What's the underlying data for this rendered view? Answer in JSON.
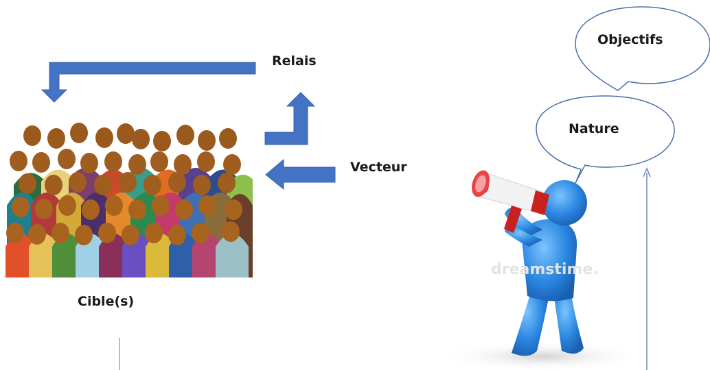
{
  "labels": {
    "relais": "Relais",
    "vecteur": "Vecteur",
    "cible": "Cible(s)",
    "nature": "Nature",
    "objectifs": "Objectifs"
  },
  "colors": {
    "arrow_blue": "#4472C4",
    "bubble_stroke": "#4a6ea8",
    "figure_blue": "#2e86de",
    "megaphone_red": "#d62828"
  },
  "watermark": "dreamstime.",
  "icons": [
    "crowd-icon",
    "megaphone-person-icon",
    "speech-bubble-icon"
  ]
}
